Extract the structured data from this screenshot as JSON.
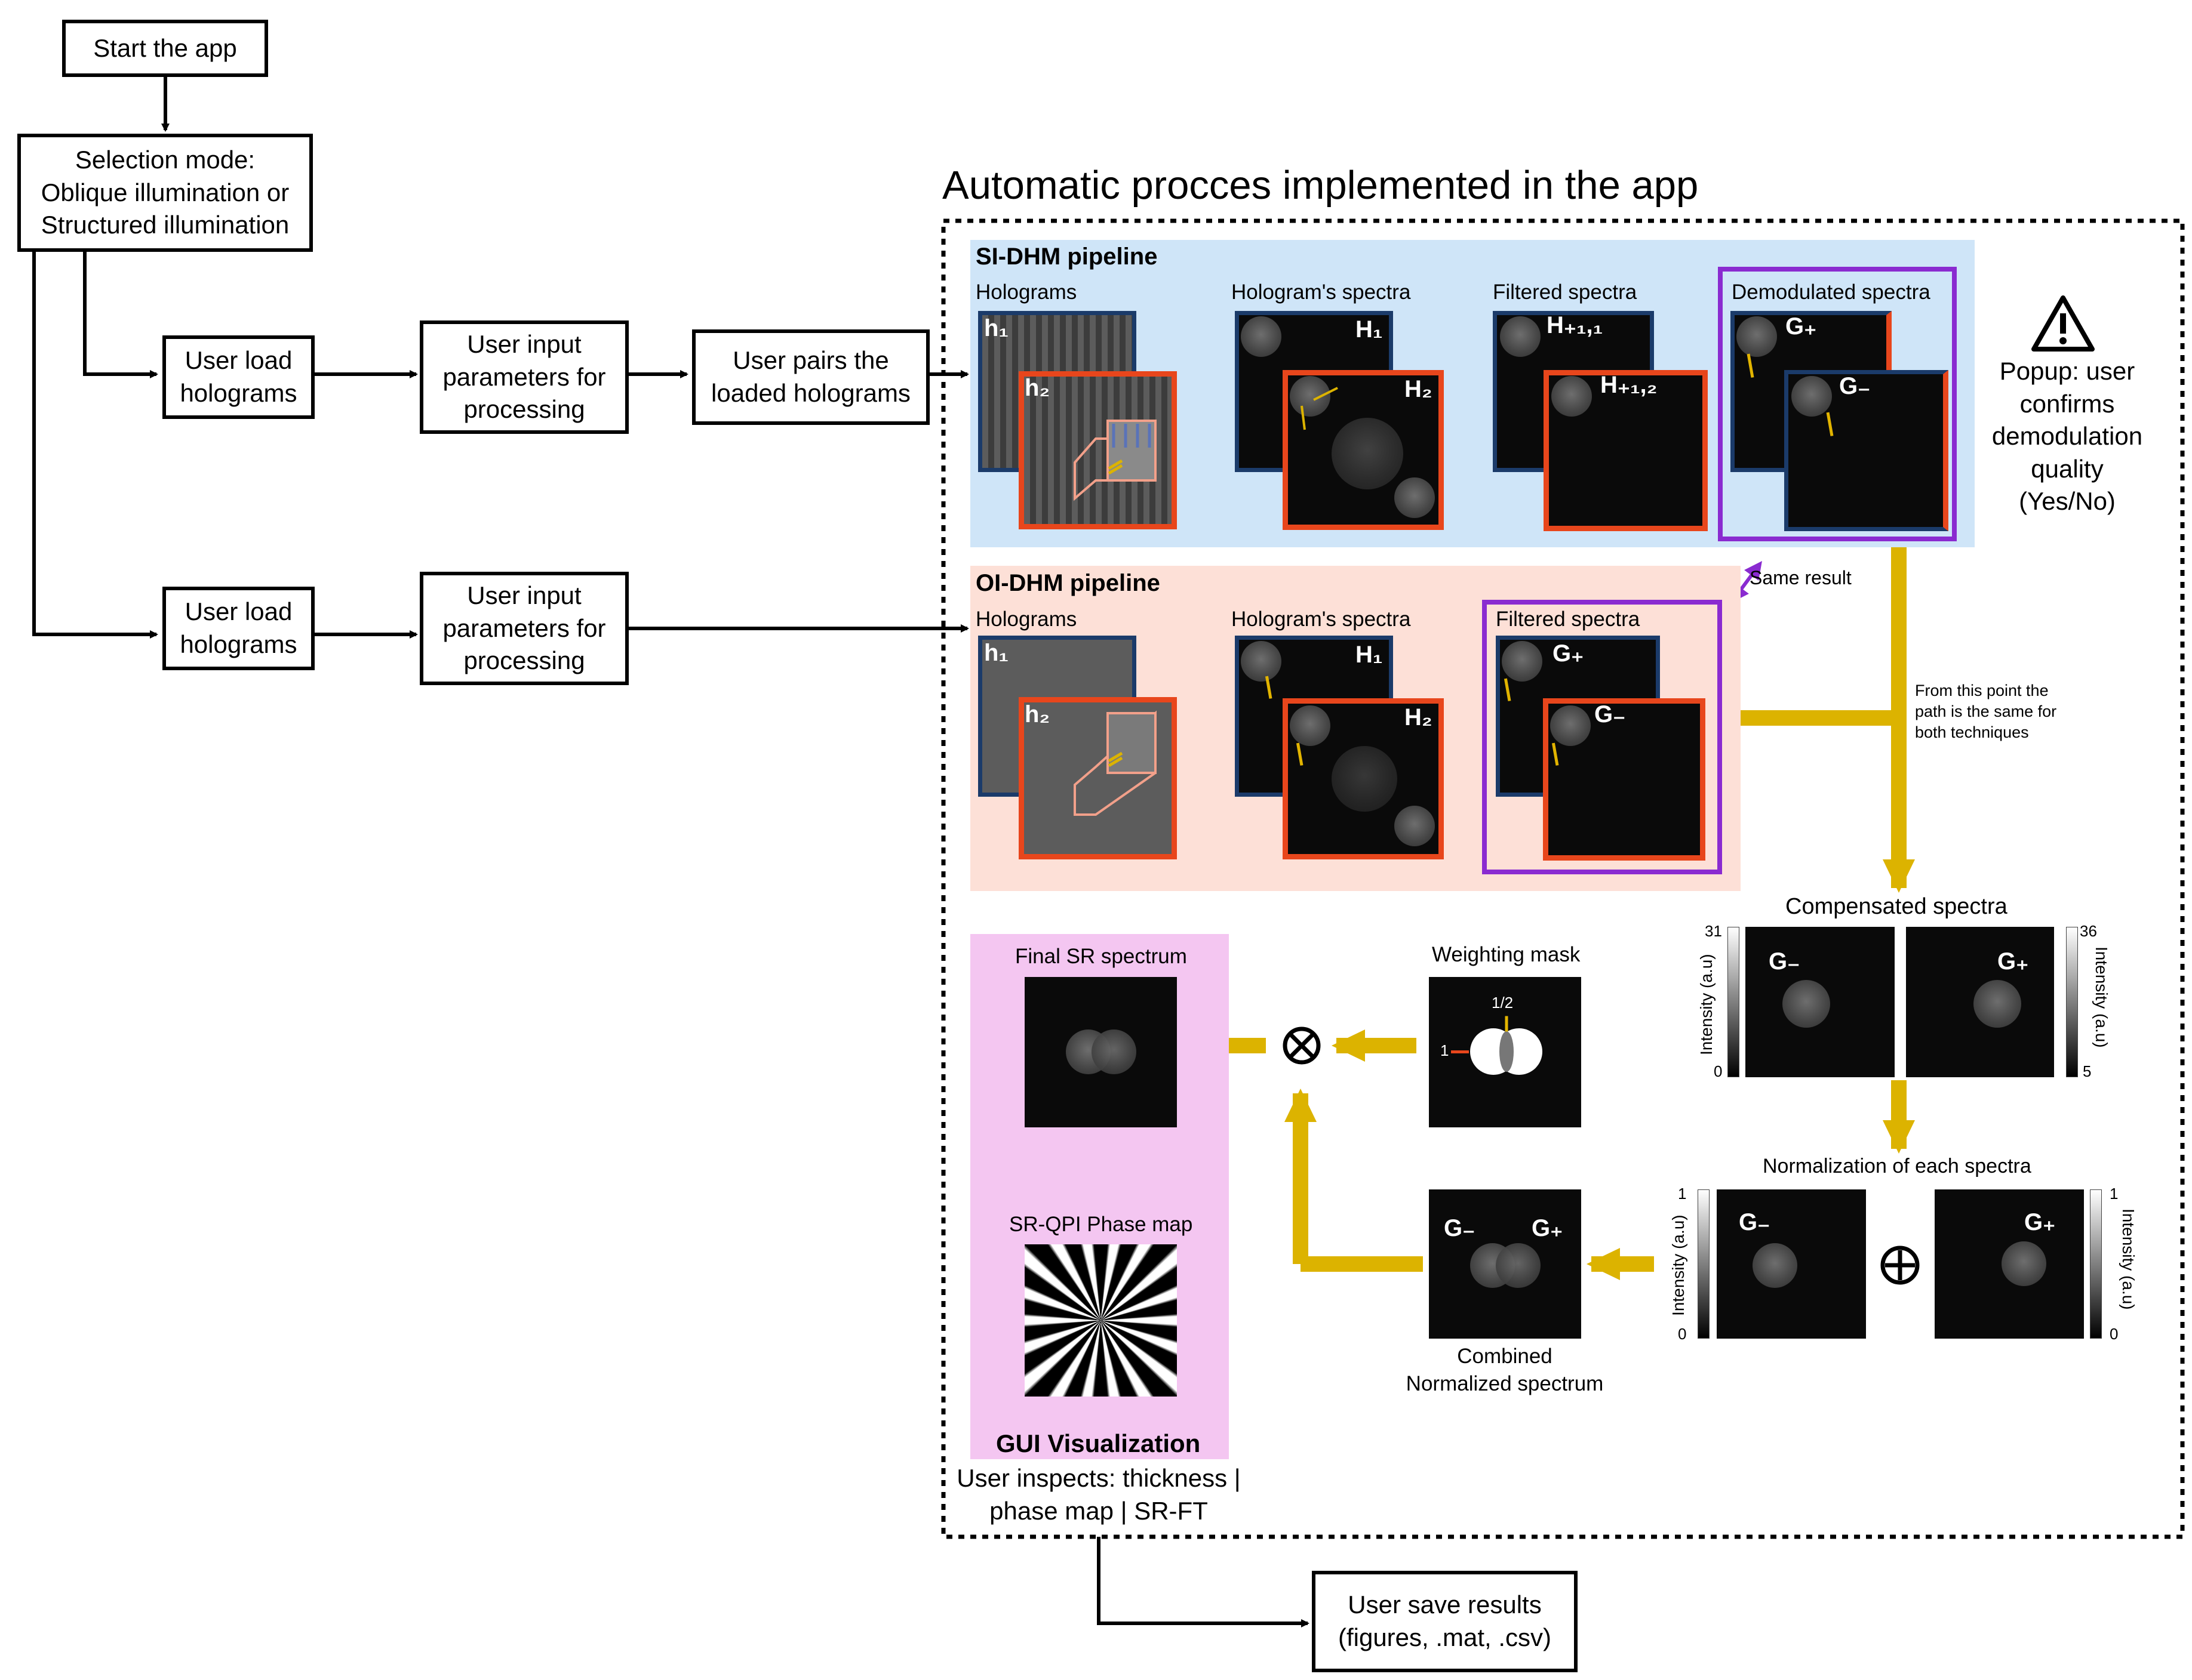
{
  "flow": {
    "start": "Start the app",
    "selection": "Selection mode:\nOblique illumination or\nStructured illumination",
    "si_load": "User load\nholograms",
    "si_params": "User input\nparameters for\nprocessing",
    "si_pairs": "User pairs the\nloaded holograms",
    "oi_load": "User load\nholograms",
    "oi_params": "User input\nparameters for\nprocessing",
    "save": "User save results\n(figures, .mat, .csv)"
  },
  "auto_title": "Automatic procces implemented in the app",
  "si": {
    "title": "SI-DHM pipeline",
    "holograms": "Holograms",
    "spectra": "Hologram's spectra",
    "filtered": "Filtered spectra",
    "demod": "Demodulated spectra",
    "h1": "h₁",
    "h2": "h₂",
    "H1": "H₁",
    "H2": "H₂",
    "Hp11": "H₊₁,₁",
    "Hp12": "H₊₁,₂",
    "Gplus": "G₊",
    "Gminus": "G₋"
  },
  "popup": "Popup: user\nconfirms\ndemodulation\nquality (Yes/No)",
  "same_result": "Same result",
  "oi": {
    "title": "OI-DHM pipeline",
    "holograms": "Holograms",
    "spectra": "Hologram's spectra",
    "filtered": "Filtered spectra",
    "h1": "h₁",
    "h2": "h₂",
    "H1": "H₁",
    "H2": "H₂",
    "Gplus": "G₊",
    "Gminus": "G₋"
  },
  "path_note": "From this point the\npath is the same for\nboth techniques",
  "compensated": {
    "title": "Compensated spectra",
    "left_max": "31",
    "left_min": "0",
    "right_max": "36",
    "right_min": "5",
    "axis": "Intensity (a.u)",
    "Gminus": "G₋",
    "Gplus": "G₊"
  },
  "normalization": {
    "title": "Normalization of each spectra",
    "max": "1",
    "min": "0",
    "axis": "Intensity (a.u)",
    "Gminus": "G₋",
    "Gplus": "G₊"
  },
  "combined": {
    "caption": "Combined\nNormalized spectrum",
    "Gminus": "G₋",
    "Gplus": "G₊"
  },
  "mask": {
    "title": "Weighting mask",
    "half": "1/2",
    "one": "1"
  },
  "gui": {
    "final": "Final SR spectrum",
    "phase": "SR-QPI Phase map",
    "title": "GUI Visualization",
    "note": "User inspects: thickness |\nphase map | SR-FT"
  },
  "colors": {
    "si_bg": "#cfe5f8",
    "oi_bg": "#fde0d7",
    "gui_bg": "#f4c6f1",
    "arrow_gold": "#dcb300",
    "purple": "#8a2bd0",
    "orange_red": "#e8461c",
    "navy": "#1b3b6a"
  },
  "icons": [
    "warning-icon",
    "otimes-icon",
    "oplus-icon"
  ]
}
